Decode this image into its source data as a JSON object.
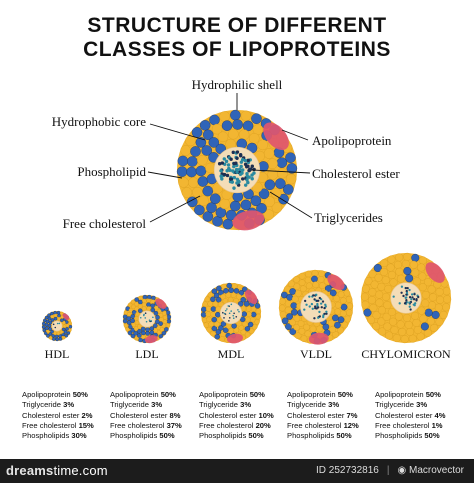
{
  "title": {
    "line1": "STRUCTURE OF DIFFERENT",
    "line2": "CLASSES OF LIPOPROTEINS"
  },
  "labels": {
    "hydrophilic_shell": "Hydrophilic shell",
    "hydrophobic_core": "Hydrophobic core",
    "phospholipid": "Phospholipid",
    "free_cholesterol": "Free cholesterol",
    "apolipoprotein": "Apolipoprotein",
    "cholesterol_ester": "Cholesterol ester",
    "triglycerides": "Triglycerides"
  },
  "classes": [
    {
      "name": "HDL",
      "stats": [
        {
          "label": "Apolipoprotein",
          "value": "50%"
        },
        {
          "label": "Triglyceride",
          "value": "3%"
        },
        {
          "label": "Cholesterol ester",
          "value": "2%"
        },
        {
          "label": "Free cholesterol",
          "value": "15%"
        },
        {
          "label": "Phospholipids",
          "value": "30%"
        }
      ]
    },
    {
      "name": "LDL",
      "stats": [
        {
          "label": "Apolipoprotein",
          "value": "50%"
        },
        {
          "label": "Triglyceride",
          "value": "3%"
        },
        {
          "label": "Cholesterol ester",
          "value": "8%"
        },
        {
          "label": "Free cholesterol",
          "value": "37%"
        },
        {
          "label": "Phospholipids",
          "value": "50%"
        }
      ]
    },
    {
      "name": "MDL",
      "stats": [
        {
          "label": "Apolipoprotein",
          "value": "50%"
        },
        {
          "label": "Triglyceride",
          "value": "3%"
        },
        {
          "label": "Cholesterol ester",
          "value": "10%"
        },
        {
          "label": "Free cholesterol",
          "value": "20%"
        },
        {
          "label": "Phospholipids",
          "value": "50%"
        }
      ]
    },
    {
      "name": "VLDL",
      "stats": [
        {
          "label": "Apolipoprotein",
          "value": "50%"
        },
        {
          "label": "Triglyceride",
          "value": "3%"
        },
        {
          "label": "Cholesterol ester",
          "value": "7%"
        },
        {
          "label": "Free cholesterol",
          "value": "12%"
        },
        {
          "label": "Phospholipids",
          "value": "50%"
        }
      ]
    },
    {
      "name": "CHYLOMICRON",
      "stats": [
        {
          "label": "Apolipoprotein",
          "value": "50%"
        },
        {
          "label": "Triglyceride",
          "value": "3%"
        },
        {
          "label": "Cholesterol ester",
          "value": "4%"
        },
        {
          "label": "Free cholesterol",
          "value": "1%"
        },
        {
          "label": "Phospholipids",
          "value": "50%"
        }
      ]
    }
  ],
  "footer": {
    "brand_part1": "dreams",
    "brand_part2": "time.com",
    "id_text": "ID 252732816",
    "author": "Macrovector"
  },
  "colors": {
    "shell_yellow": "#f2b632",
    "phospholipid_blue": "#2f64b8",
    "apolipoprotein_pink": "#e0566e",
    "core_cream": "#f4ddb8",
    "core_teal": "#2a8aa0",
    "dark_navy": "#1d2f52"
  }
}
